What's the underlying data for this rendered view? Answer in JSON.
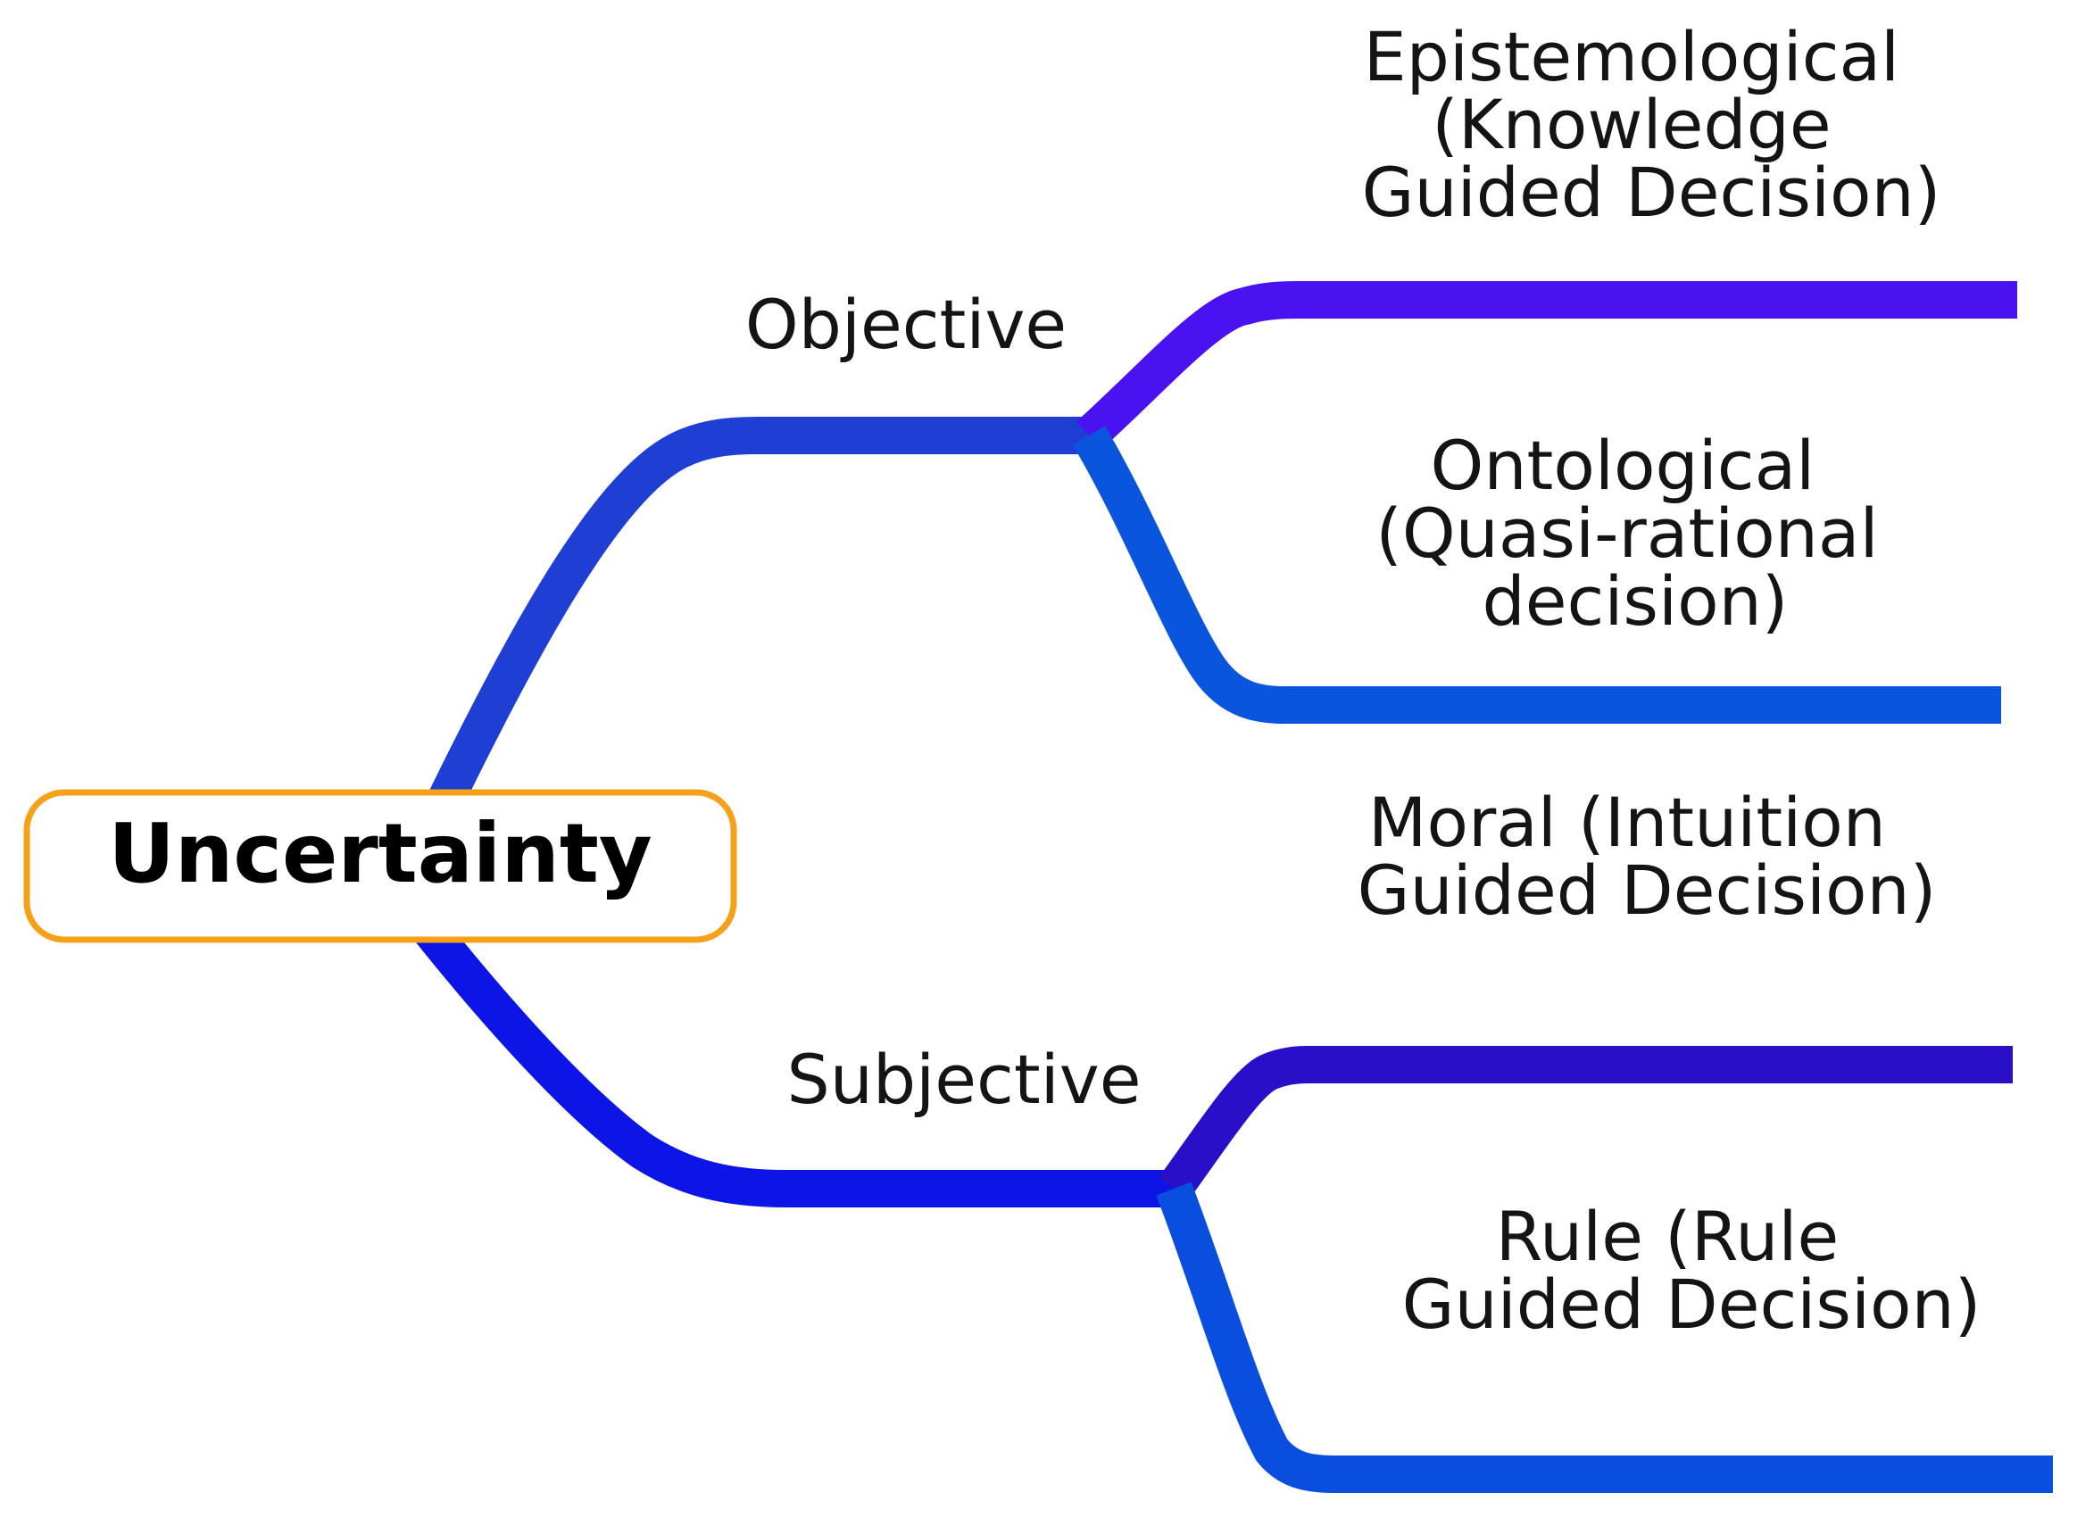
{
  "colors": {
    "root_border": "#f5a11a",
    "objective_branch": "#1f3fd4",
    "subjective_branch": "#0d14e6",
    "epistemological_branch": "#4a12f0",
    "ontological_branch": "#0a55dd",
    "moral_branch": "#2a0fc8",
    "rule_branch": "#0a4ee0"
  },
  "root": {
    "label": "Uncertainty"
  },
  "branches": {
    "objective": {
      "label": "Objective",
      "children": {
        "epistemological": {
          "lines": [
            "Epistemological",
            "(Knowledge",
            "Guided   Decision)"
          ]
        },
        "ontological": {
          "lines": [
            "Ontological",
            "(Quasi-rational",
            "decision)"
          ]
        }
      }
    },
    "subjective": {
      "label": "Subjective",
      "children": {
        "moral": {
          "lines": [
            "Moral   (Intuition",
            "Guided   Decision)"
          ]
        },
        "rule": {
          "lines": [
            "Rule   (Rule",
            "Guided   Decision)"
          ]
        }
      }
    }
  }
}
